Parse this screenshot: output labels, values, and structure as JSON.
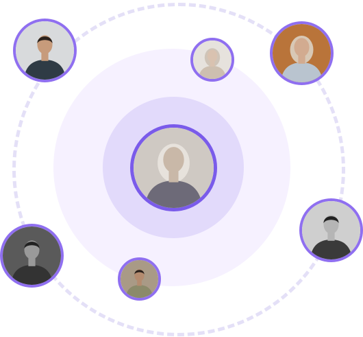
{
  "people": [
    {
      "id": "center",
      "role": "featured-person",
      "tone": "#c9b8a8",
      "attire": "#6d6a78",
      "scarf": "#e7e2dc",
      "bg": "#cfc9c3",
      "grayscale": false
    },
    {
      "id": "p1",
      "role": "person",
      "tone": "#c79b7b",
      "attire": "#2f3b45",
      "scarf": "",
      "bg": "#d8dadc",
      "grayscale": false
    },
    {
      "id": "p2",
      "role": "person",
      "tone": "#d9c2b0",
      "attire": "#cdbfb0",
      "scarf": "#cfc4b8",
      "bg": "#e6e2dd",
      "grayscale": false
    },
    {
      "id": "p3",
      "role": "person",
      "tone": "#d2ab90",
      "attire": "#b9c4cf",
      "scarf": "#d8c8b5",
      "bg": "#b9743a",
      "grayscale": false
    },
    {
      "id": "p4",
      "role": "person",
      "tone": "#9a9a9a",
      "attire": "#333333",
      "scarf": "",
      "bg": "#5a5a5a",
      "grayscale": true
    },
    {
      "id": "p5",
      "role": "person",
      "tone": "#b48b6f",
      "attire": "#8b8a6a",
      "scarf": "",
      "bg": "#a99a86",
      "grayscale": false
    },
    {
      "id": "p6",
      "role": "person",
      "tone": "#b5b5b5",
      "attire": "#3a3a3a",
      "scarf": "",
      "bg": "#cfcfcf",
      "grayscale": true
    }
  ],
  "colors": {
    "accent": "#8f6ff0",
    "ring": "#e4e0f7",
    "halo_outer": "#f6f1ff",
    "halo_inner": "#e2dafb"
  }
}
